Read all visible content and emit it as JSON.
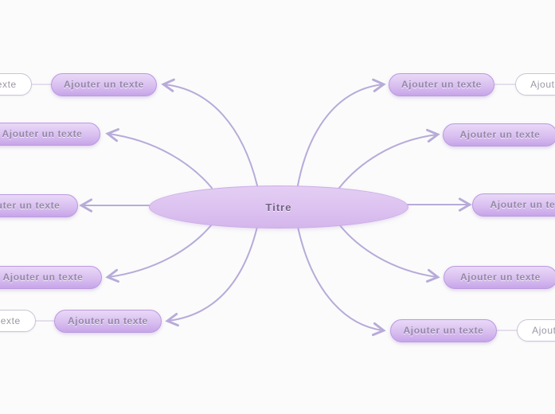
{
  "mindmap": {
    "center": {
      "label": "Titre"
    },
    "nodes": [
      {
        "id": "left-1",
        "side": "left",
        "label": "Ajouter un texte"
      },
      {
        "id": "left-2",
        "side": "left",
        "label": "Ajouter un texte"
      },
      {
        "id": "left-3",
        "side": "left",
        "label": "Ajouter un texte"
      },
      {
        "id": "left-4",
        "side": "left",
        "label": "Ajouter un texte"
      },
      {
        "id": "left-5",
        "side": "left",
        "label": "Ajouter un texte"
      },
      {
        "id": "right-1",
        "side": "right",
        "label": "Ajouter un texte"
      },
      {
        "id": "right-2",
        "side": "right",
        "label": "Ajouter un texte"
      },
      {
        "id": "right-3",
        "side": "right",
        "label": "Ajouter un texte"
      },
      {
        "id": "right-4",
        "side": "right",
        "label": "Ajouter un texte"
      },
      {
        "id": "right-5",
        "side": "right",
        "label": "Ajouter un texte"
      }
    ],
    "ghosts": [
      {
        "id": "ghost-left-1",
        "label": "Ajouter un texte"
      },
      {
        "id": "ghost-left-5",
        "label": "Ajouter un texte"
      },
      {
        "id": "ghost-right-1",
        "label": "Ajouter un texte"
      },
      {
        "id": "ghost-right-5",
        "label": "Ajouter un texte"
      }
    ],
    "colors": {
      "background": "#fbfbfb",
      "branch_line": "#b7abd9",
      "node_fill": "#d4b8ec",
      "node_border": "#bb9ae0",
      "node_text": "#9488a6",
      "center_fill": "#ddc3f0",
      "center_text": "#6e6380",
      "ghost_border": "#ccc4d8",
      "ghost_text": "#9c97a4"
    }
  }
}
